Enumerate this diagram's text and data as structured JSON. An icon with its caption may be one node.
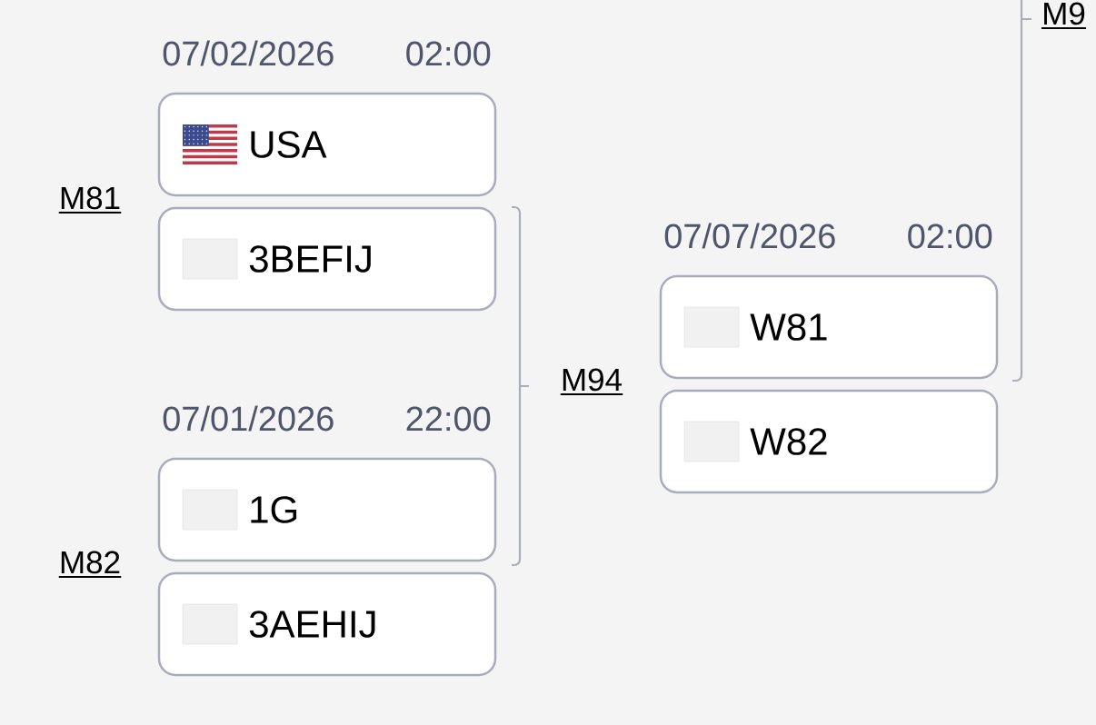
{
  "diagram": {
    "nodes": [
      {
        "text": [
          "USA"
        ],
        "beside": [
          "07/02/2026",
          "02:00"
        ]
      },
      {
        "text": [
          "3BEFIJ"
        ]
      },
      {
        "text": [
          "1G"
        ],
        "beside": [
          "07/01/2026",
          "22:00"
        ]
      },
      {
        "text": [
          "3AEHIJ"
        ]
      },
      {
        "text": [
          "W81"
        ],
        "beside": [
          "07/07/2026",
          "02:00"
        ]
      },
      {
        "text": [
          "W82"
        ]
      }
    ],
    "labels": [
      "M9",
      "M81",
      "M94",
      "M82"
    ]
  }
}
